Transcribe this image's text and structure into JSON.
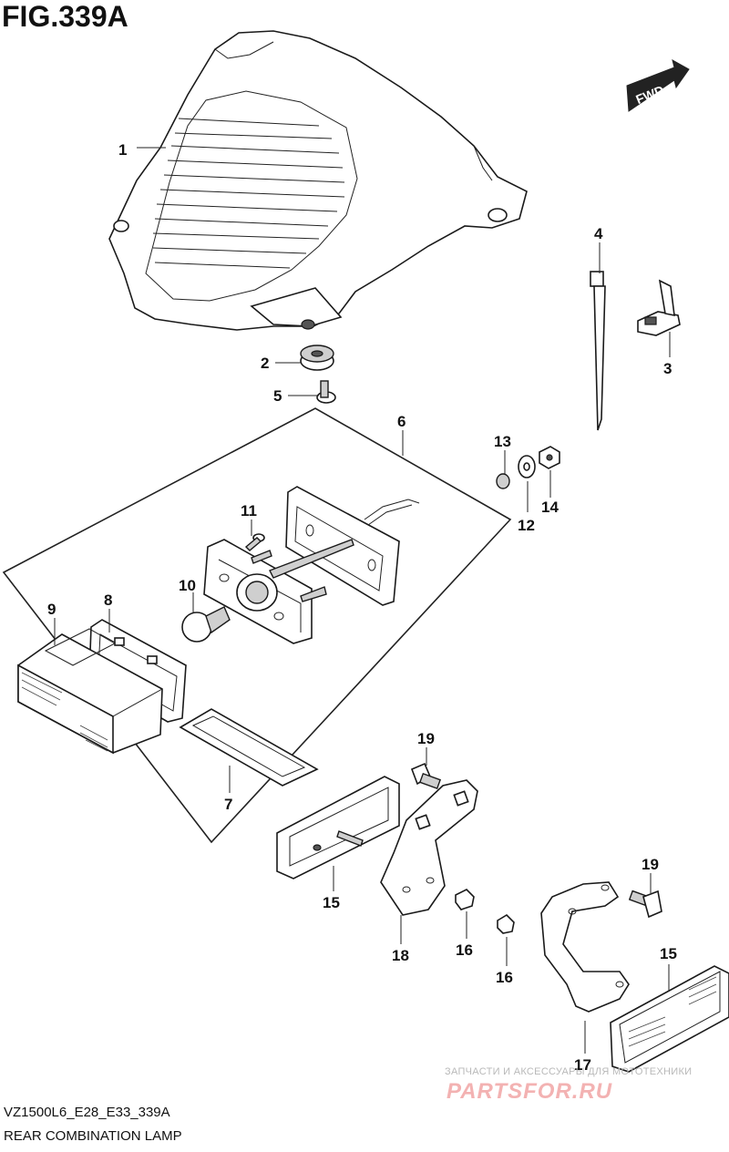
{
  "figure": {
    "title": "FIG.339A",
    "code": "VZ1500L6_E28_E33_339A",
    "caption": "REAR COMBINATION LAMP",
    "direction_tag": "FWD"
  },
  "part_labels": [
    "1",
    "2",
    "3",
    "4",
    "5",
    "6",
    "7",
    "8",
    "9",
    "10",
    "11",
    "12",
    "13",
    "14",
    "15",
    "15",
    "16",
    "16",
    "17",
    "18",
    "19",
    "19"
  ],
  "watermark": {
    "tagline": "ЗАПЧАСТИ И АКСЕССУАРЫ ДЛЯ МОТОТЕХНИКИ",
    "logo": "PARTSFOR.RU"
  }
}
